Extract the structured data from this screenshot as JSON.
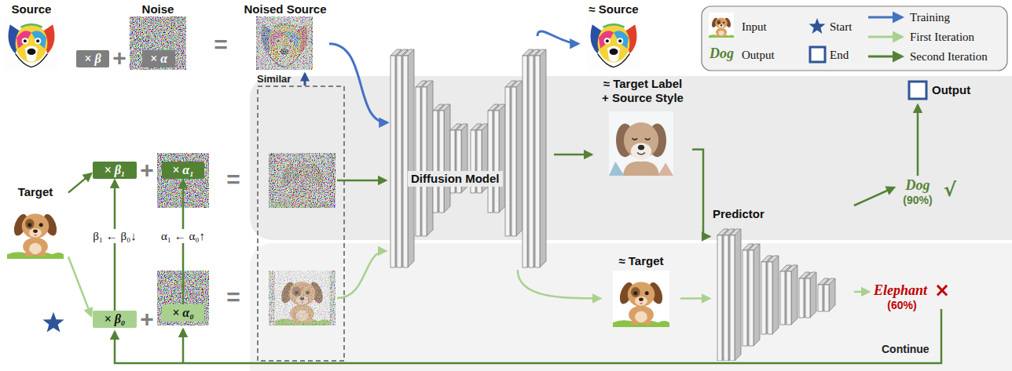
{
  "diagram": {
    "nodes": [
      {
        "text": [
          "Source"
        ]
      },
      {
        "text": [
          "× β"
        ]
      },
      {
        "text": [
          "Noise"
        ]
      },
      {
        "text": [
          "× α"
        ],
        "in": 2
      },
      {
        "text": [
          "Noised Source"
        ]
      },
      {
        "text": [
          "≈ Source"
        ]
      },
      {
        "text": [
          "Target"
        ]
      },
      {
        "text": [
          "× β₁"
        ]
      },
      {
        "text": [
          "× α₁"
        ]
      },
      {
        "text": [
          "× β₀"
        ]
      },
      {
        "text": [
          "× α₀"
        ]
      },
      {
        "text": [
          "Diffusion Model"
        ]
      },
      {
        "text": [
          "≈ Target Label + Source Style"
        ]
      },
      {
        "text": [
          "≈ Target"
        ]
      },
      {
        "text": [
          "Predictor"
        ]
      }
    ],
    "edges": [
      {
        "from": 4,
        "to": 11,
        "arrow": "to"
      },
      {
        "from": 11,
        "to": 5,
        "arrow": "to"
      },
      {
        "from": 6,
        "to": 7,
        "arrow": "to"
      },
      {
        "from": 6,
        "to": 9,
        "arrow": "to"
      },
      {
        "from": 9,
        "to": 7,
        "arrow": "to"
      },
      {
        "from": 10,
        "to": 8,
        "arrow": "to"
      },
      {
        "from": 11,
        "to": 12,
        "arrow": "to"
      },
      {
        "from": 11,
        "to": 13,
        "arrow": "to"
      },
      {
        "from": 12,
        "to": 14,
        "arrow": "to"
      },
      {
        "from": 13,
        "to": 14,
        "arrow": "to"
      }
    ],
    "labels": [
      "+",
      "=",
      "Similar",
      "+",
      "=",
      "β₁ ← β₀↓",
      "α₁ ← α₀↑",
      "+",
      "=",
      "Output",
      "Dog",
      "(90%)",
      "√",
      "Elephant",
      "(60%)",
      "×",
      "Continue",
      "Dog"
    ],
    "legend": [
      {
        "text": "Input"
      },
      {
        "text": "Start"
      },
      {
        "text": "Training"
      },
      {
        "text": "Output"
      },
      {
        "text": "End"
      },
      {
        "text": "First Iteration"
      },
      {
        "text": "Second Iteration"
      }
    ]
  }
}
